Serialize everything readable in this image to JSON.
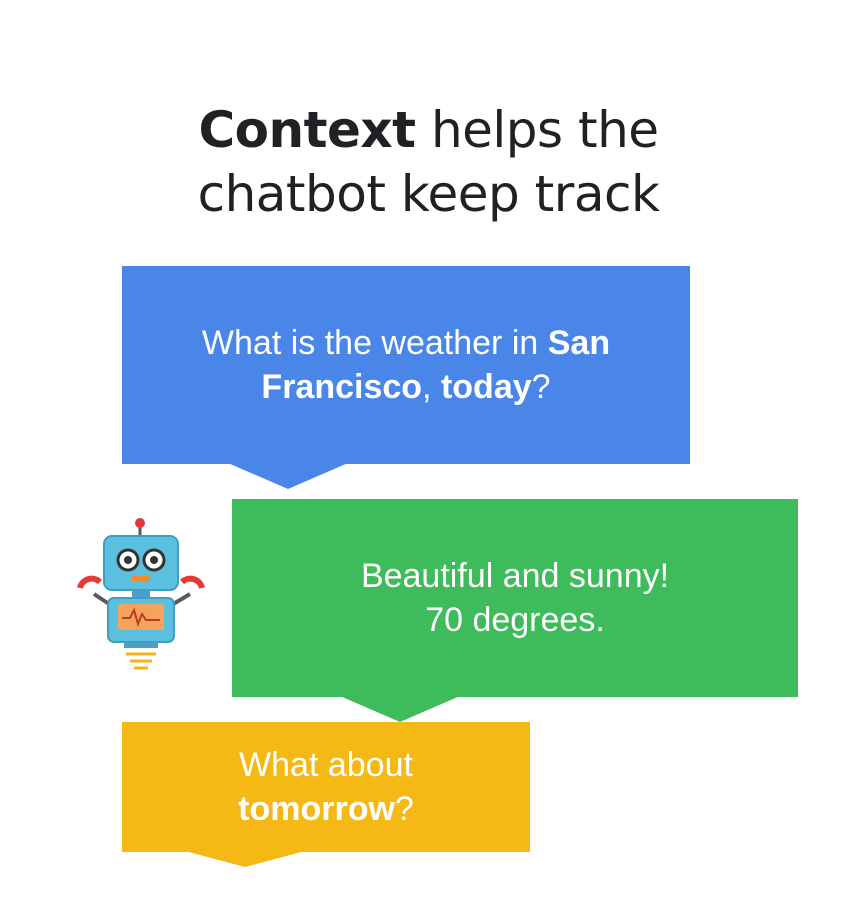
{
  "title": {
    "bold": "Context",
    "rest": " helps the",
    "line2": "chatbot keep track"
  },
  "messages": [
    {
      "role": "user",
      "line1_pre": "What is the weather in ",
      "line1_bold": "San",
      "line2_bold1": "Francisco",
      "line2_mid": ", ",
      "line2_bold2": "today",
      "line2_post": "?",
      "color": "#4a86e8"
    },
    {
      "role": "bot",
      "line1": "Beautiful and sunny!",
      "line2": "70 degrees.",
      "color": "#3ebb5a"
    },
    {
      "role": "user",
      "line1": "What about",
      "line2_bold": "tomorrow",
      "line2_post": "?",
      "color": "#f4b914"
    }
  ],
  "robot": {
    "icon": "robot-icon"
  }
}
